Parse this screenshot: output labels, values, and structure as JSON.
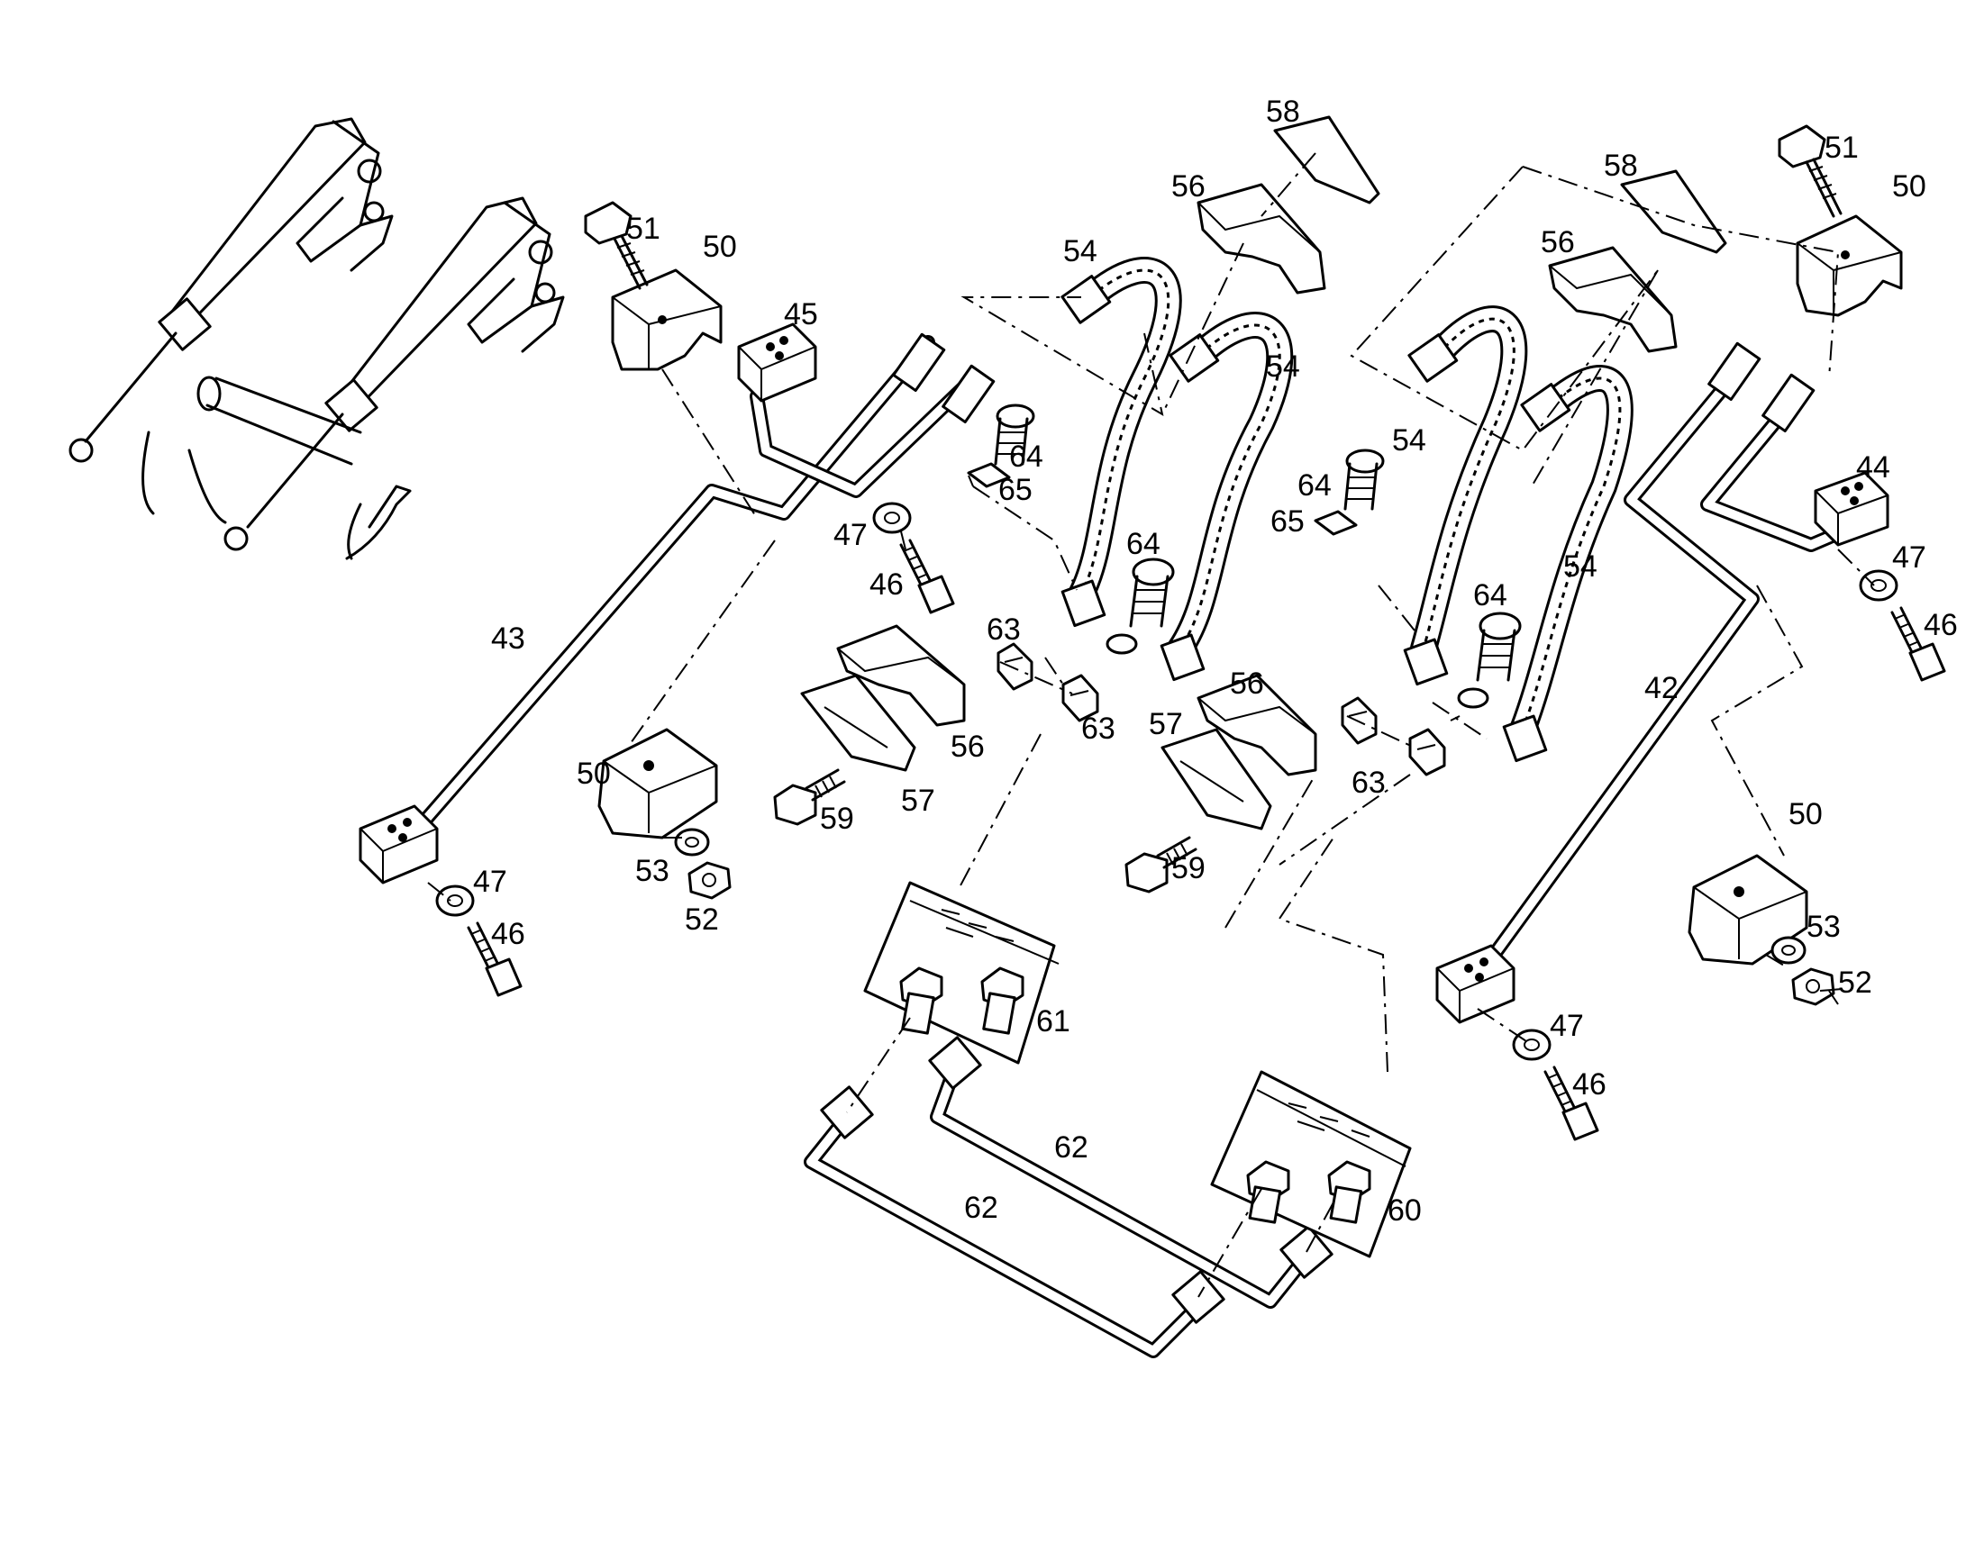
{
  "callouts": [
    {
      "id": "c58",
      "text": "58"
    },
    {
      "id": "c56a",
      "text": "56"
    },
    {
      "id": "c51a",
      "text": "51"
    },
    {
      "id": "c50a",
      "text": "50"
    },
    {
      "id": "c54a",
      "text": "54"
    },
    {
      "id": "c45",
      "text": "45"
    },
    {
      "id": "c54b",
      "text": "54"
    },
    {
      "id": "c64a",
      "text": "64"
    },
    {
      "id": "c65a",
      "text": "65"
    },
    {
      "id": "c47a",
      "text": "47"
    },
    {
      "id": "c46a",
      "text": "46"
    },
    {
      "id": "c43",
      "text": "43"
    },
    {
      "id": "c64b",
      "text": "64"
    },
    {
      "id": "c63a",
      "text": "63"
    },
    {
      "id": "c63b",
      "text": "63"
    },
    {
      "id": "c56b",
      "text": "56"
    },
    {
      "id": "c57a",
      "text": "57"
    },
    {
      "id": "c59a",
      "text": "59"
    },
    {
      "id": "c50b",
      "text": "50"
    },
    {
      "id": "c53a",
      "text": "53"
    },
    {
      "id": "c52a",
      "text": "52"
    },
    {
      "id": "c47b",
      "text": "47"
    },
    {
      "id": "c46b",
      "text": "46"
    },
    {
      "id": "c61",
      "text": "61"
    },
    {
      "id": "c62a",
      "text": "62"
    },
    {
      "id": "c62b",
      "text": "62"
    },
    {
      "id": "c60",
      "text": "60"
    },
    {
      "id": "c56c",
      "text": "56"
    },
    {
      "id": "c57b",
      "text": "57"
    },
    {
      "id": "c59b",
      "text": "59"
    },
    {
      "id": "c58b",
      "text": "58"
    },
    {
      "id": "c56d",
      "text": "56"
    },
    {
      "id": "c51b",
      "text": "51"
    },
    {
      "id": "c50c",
      "text": "50"
    },
    {
      "id": "c54c",
      "text": "54"
    },
    {
      "id": "c64c",
      "text": "64"
    },
    {
      "id": "c65b",
      "text": "65"
    },
    {
      "id": "c64d",
      "text": "64"
    },
    {
      "id": "c54d",
      "text": "54"
    },
    {
      "id": "c63c",
      "text": "63"
    },
    {
      "id": "c44",
      "text": "44"
    },
    {
      "id": "c47c",
      "text": "47"
    },
    {
      "id": "c46c",
      "text": "46"
    },
    {
      "id": "c42",
      "text": "42"
    },
    {
      "id": "c50d",
      "text": "50"
    },
    {
      "id": "c53b",
      "text": "53"
    },
    {
      "id": "c52b",
      "text": "52"
    },
    {
      "id": "c47d",
      "text": "47"
    },
    {
      "id": "c46d",
      "text": "46"
    }
  ]
}
